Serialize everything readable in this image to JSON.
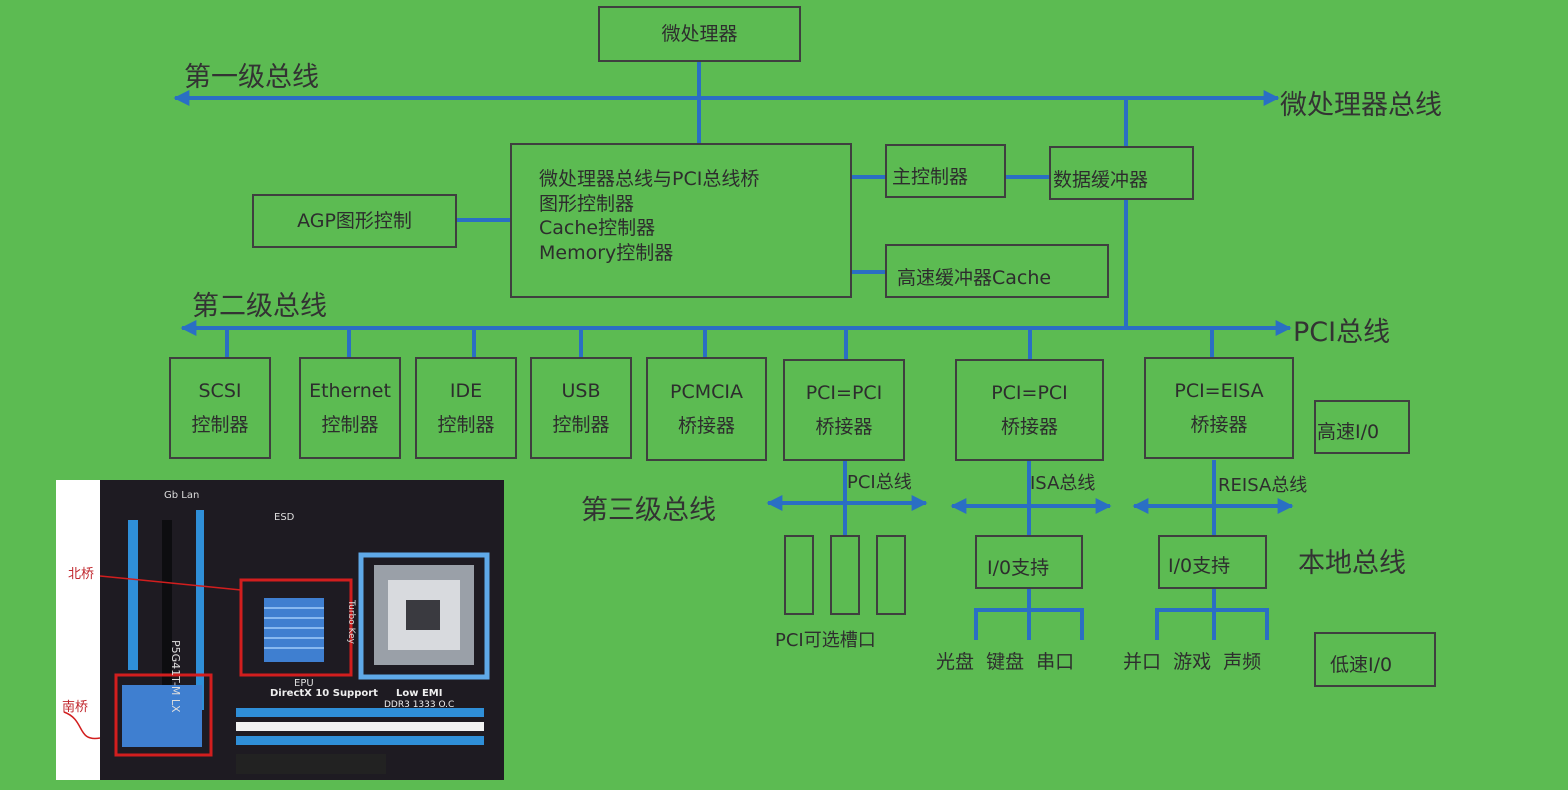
{
  "buses": {
    "level1": "第一级总线",
    "cpu_bus": "微处理器总线",
    "level2": "第二级总线",
    "pci_bus": "PCI总线",
    "level3": "第三级总线",
    "local_bus": "本地总线"
  },
  "boxes": {
    "cpu": "微处理器",
    "agp": "AGP图形控制",
    "bridge_lines": [
      "微处理器总线与PCI总线桥",
      "图形控制器",
      "Cache控制器",
      "Memory控制器"
    ],
    "main_ctrl": "主控制器",
    "data_buffer": "数据缓冲器",
    "cache": "高速缓冲器Cache"
  },
  "controllers": [
    {
      "line1": "SCSI",
      "line2": "控制器"
    },
    {
      "line1": "Ethernet",
      "line2": "控制器"
    },
    {
      "line1": "IDE",
      "line2": "控制器"
    },
    {
      "line1": "USB",
      "line2": "控制器"
    },
    {
      "line1": "PCMCIA",
      "line2": "桥接器"
    },
    {
      "line1": "PCI=PCI",
      "line2": "桥接器"
    },
    {
      "line1": "PCI=PCI",
      "line2": "桥接器"
    },
    {
      "line1": "PCI=EISA",
      "line2": "桥接器"
    }
  ],
  "sub_buses": {
    "pci": "PCI总线",
    "isa": "ISA总线",
    "reisa": "REISA总线"
  },
  "io": {
    "io_support_1": "I/0支持",
    "io_support_2": "I/0支持",
    "pci_slots": "PCI可选槽口",
    "devices_1": "光盘  键盘  串口",
    "devices_2": "并口  游戏  声频",
    "high_speed": "高速I/0",
    "low_speed": "低速I/0"
  },
  "photo": {
    "north_bridge": "北桥",
    "south_bridge": "南桥",
    "gb_lan": "Gb Lan",
    "esd": "ESD",
    "model": "P5G41T-M LX",
    "directx": "DirectX 10 Support",
    "low_emi": "Low EMI",
    "ddr3": "DDR3 1333 O.C",
    "epu": "EPU",
    "turbo": "Turbo Key"
  },
  "colors": {
    "background": "#5cbb52",
    "bus_line": "#2a6fc4",
    "box_border": "#3f3f3f",
    "heatsink": "#3f7fd0",
    "highlight": "#d21e1e"
  }
}
